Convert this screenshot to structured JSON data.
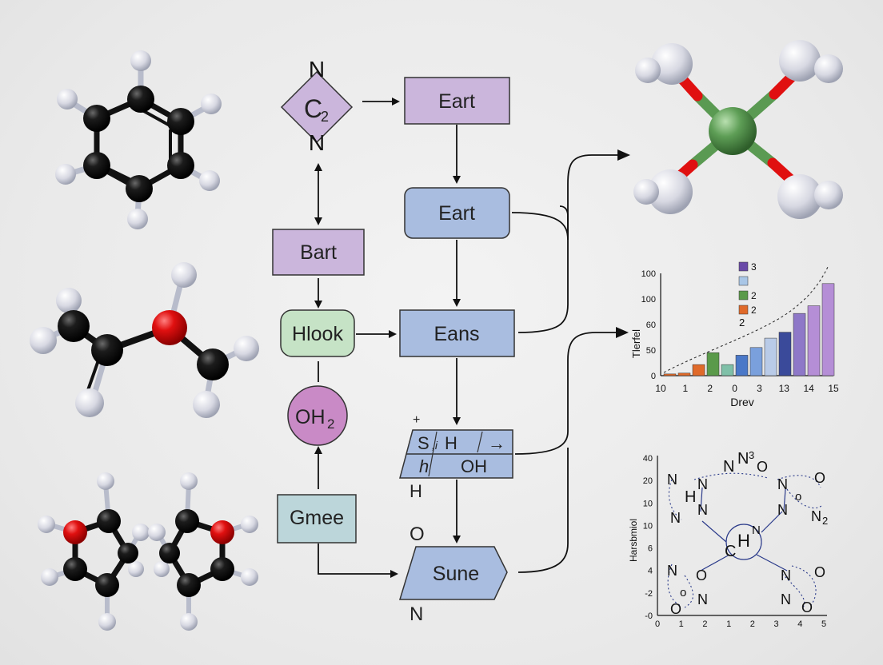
{
  "flow": {
    "diamond": {
      "top": "N",
      "label": "C",
      "sub": "2",
      "bottom": "N"
    },
    "bart": "Bart",
    "hlook": "Hlook",
    "oh2": {
      "label": "OH",
      "sub": "2"
    },
    "gmee": "Gmee",
    "eart1": "Eart",
    "eart2": "Eart",
    "eans": "Eans",
    "split": {
      "plus": "+",
      "top_left": "S",
      "top_mid": "H",
      "arrow": "→",
      "bottom_left": "h",
      "bottom_right": "OH",
      "below": "H"
    },
    "o_label": "O",
    "sune": "Sune",
    "n_label": "N"
  },
  "bar_chart": {
    "legend": [
      "3",
      "",
      "2",
      "2"
    ],
    "legend_colors": [
      "#6a4aa8",
      "#a9c6e6",
      "#5a9a4a",
      "#e06a2a"
    ],
    "annotation": "2",
    "ylabel": "Tlerfel",
    "xlabel": "Drev",
    "yticks": [
      "0",
      "50",
      "60",
      "100",
      "100"
    ],
    "xticks": [
      "10",
      "1",
      "2",
      "0",
      "3",
      "13",
      "14",
      "15"
    ]
  },
  "chart_data": {
    "type": "bar",
    "title": "",
    "xlabel": "Drev",
    "ylabel": "Tlerfel",
    "xtick_labels": [
      "10",
      "1",
      "2",
      "0",
      "3",
      "13",
      "14",
      "15"
    ],
    "ytick_labels": [
      "0",
      "50",
      "60",
      "100",
      "100"
    ],
    "legend": [
      "3",
      "",
      "2",
      "2"
    ],
    "values": [
      2,
      3,
      13,
      27,
      13,
      24,
      33,
      44,
      51,
      73,
      82,
      108
    ],
    "colors": [
      "#e06a2a",
      "#e06a2a",
      "#e06a2a",
      "#5a9a4a",
      "#7fc0a8",
      "#4a78c8",
      "#7aa0dc",
      "#b9cbe8",
      "#3a4a9a",
      "#8e78c8",
      "#b58ed6"
    ],
    "ylim": [
      0,
      120
    ],
    "trendline": true
  },
  "network": {
    "ylabel": "Harsbmiol",
    "yticks": [
      "40",
      "20",
      "10",
      "10",
      "6",
      "4",
      "-2",
      "-0"
    ],
    "xticks": [
      "0",
      "1",
      "2",
      "1",
      "2",
      "3",
      "4",
      "5"
    ],
    "labels": {
      "top_n": "N",
      "top_n3": "N",
      "top_sub3": "3",
      "top_o": "O",
      "ul_n": "N",
      "ul_h": "H",
      "ul_n2": "N",
      "ul_n3": "N",
      "ul_n4": "N",
      "ur_n": "N",
      "ur_o": "O",
      "ur_o2": "o",
      "ur_n2": "N",
      "ur_n3": "N",
      "ur_sub2": "2",
      "center_c": "C",
      "center_h": "H",
      "center_n": "N",
      "ll_n": "N",
      "ll_o": "O",
      "ll_o2": "o",
      "ll_n2": "N",
      "ll_o3": "O",
      "lr_n": "N",
      "lr_o": "O",
      "lr_n2": "N",
      "lr_o2": "O"
    }
  },
  "colors": {
    "purple_box": "#cbb6dc",
    "blue_box": "#a9bde0",
    "green_box": "#c6e3c6",
    "pink_circle": "#c98ac6",
    "teal_box": "#bcd6da",
    "atom_black": "#151515",
    "atom_white": "#dcdde6",
    "atom_red": "#d41818",
    "atom_green": "#5a9a52"
  }
}
